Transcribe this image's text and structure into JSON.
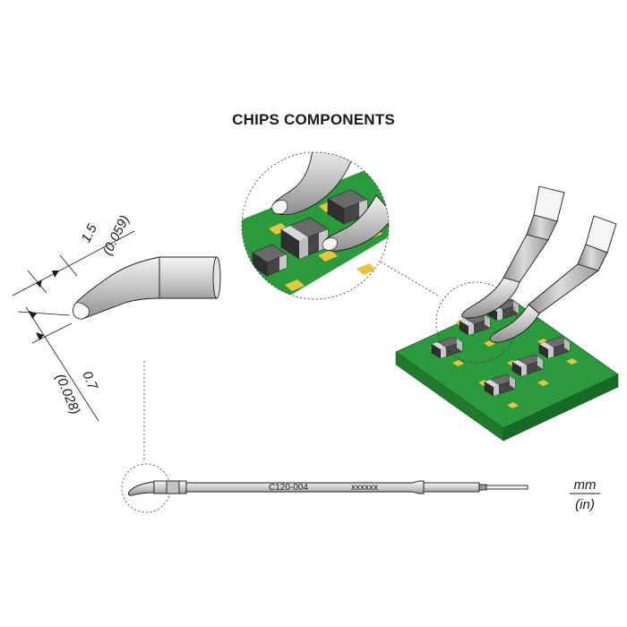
{
  "title": "CHIPS COMPONENTS",
  "dimensions": {
    "tip_width_mm": "1.5",
    "tip_width_in": "(0.059)",
    "tip_thickness_mm": "0.7",
    "tip_thickness_in": "(0.028)"
  },
  "part": {
    "model": "C120-004",
    "code": "xxxxxx"
  },
  "units": {
    "metric": "mm",
    "imperial": "(in)"
  },
  "colors": {
    "pcb_green": "#2a9a3c",
    "pad_gold": "#e7c53d",
    "chip_body": "#3c3c3c",
    "chip_cap": "#bdbdbd",
    "tip_gray": "#b8b8b8"
  }
}
